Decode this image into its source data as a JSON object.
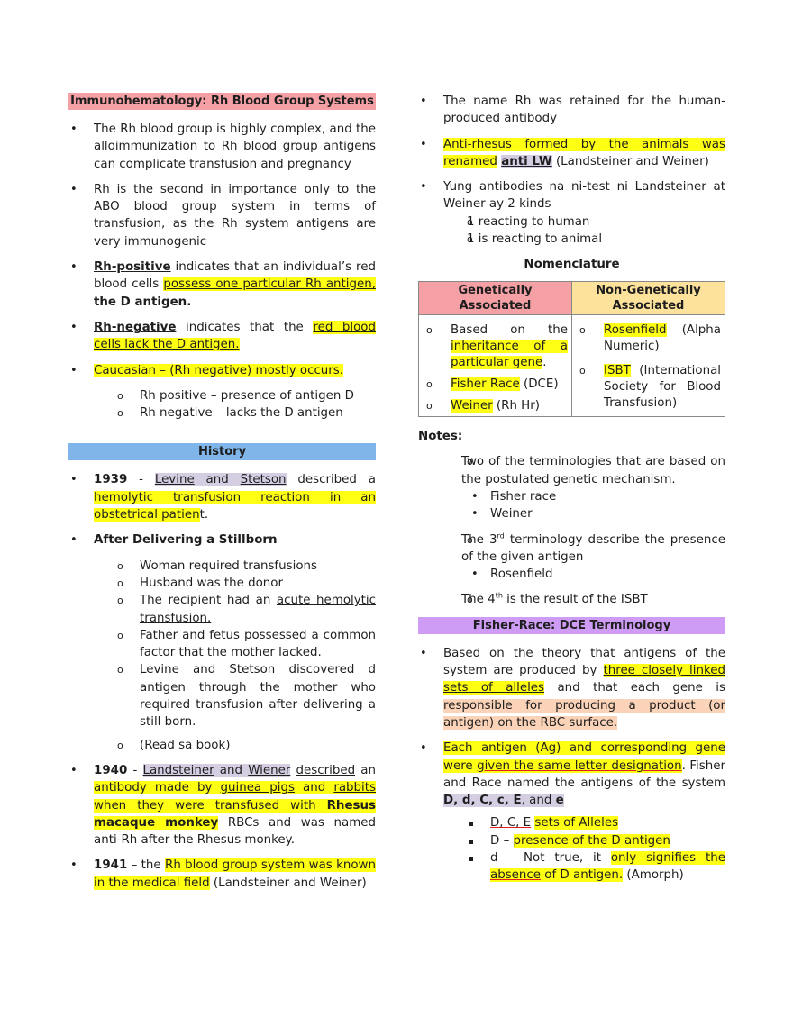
{
  "left": {
    "title": "Immunohematology: Rh Blood Group Systems",
    "intro": [
      "The Rh blood group is highly complex, and the alloimmunization to Rh blood group antigens can complicate transfusion and pregnancy",
      "Rh is the second in importance only to the ABO blood group system in terms of transfusion, as the Rh system antigens are very immunogenic"
    ],
    "rh_positive": {
      "term": "Rh-positive",
      "text_a": " indicates that an individual’s red blood cells ",
      "highlight": "possess one particular Rh antigen,",
      "bold_tail": "the D antigen."
    },
    "rh_negative": {
      "term": "Rh-negative",
      "text_a": " indicates that the ",
      "highlight": "red blood cells lack the D antigen."
    },
    "caucasian": "Caucasian – (Rh negative) mostly occurs.",
    "caucasian_sub": [
      "Rh positive – presence of antigen D",
      "Rh negative – lacks the D antigen"
    ],
    "history_title": "History",
    "h1939": {
      "year": "1939",
      "dash": " - ",
      "levine": "Levine",
      "and": " and ",
      "stetson": "Stetson",
      "text": " described a ",
      "highlight": "hemolytic transfusion reaction in an obstetrical patien",
      "tail": "t."
    },
    "stillborn_title": "After Delivering a Stillborn",
    "stillborn_items": [
      "Woman required transfusions",
      "Husband was the donor"
    ],
    "recipient": {
      "text": "The recipient had an ",
      "underline": "acute hemolytic transfusion."
    },
    "stillborn_items2": [
      "Father and fetus possessed a common factor that the mother lacked.",
      "Levine and Stetson discovered d antigen through the mother who required transfusion after delivering a still born."
    ],
    "read_book": "(Read sa book)",
    "h1940": {
      "year": "1940",
      "dash": " - ",
      "landsteiner": "Landsteiner",
      "and": " and ",
      "wiener": "Wiener",
      "space": " ",
      "described": "described",
      "an": " an ",
      "hl_a": "antibody made by ",
      "guinea": "guinea pigs",
      "hl_and": " and ",
      "rabbits": "rabbits",
      "hl_b": " when they were transfused with ",
      "rhesus": "Rhesus macaque monkey",
      "tail": " RBCs and was named anti-Rh after the Rhesus monkey."
    },
    "h1941": {
      "year": "1941",
      "text": " – the ",
      "highlight": "Rh blood group system was known in the medical field",
      "tail": " (Landsteiner and Weiner)"
    }
  },
  "right": {
    "retained": "The name Rh was retained for the human-produced antibody",
    "anti_rhesus": {
      "highlight": "Anti-rhesus formed by the animals was renamed",
      "space": " ",
      "lw": "anti LW",
      "tail": " (Landsteiner and Weiner)"
    },
    "yung": "Yung antibodies na ni-test ni Landsteiner at Weiner ay 2 kinds",
    "yung_sub": [
      "1 reacting to human",
      "1 is reacting to animal"
    ],
    "nomenclature_title": "Nomenclature",
    "table": {
      "col1_header": "Genetically Associated",
      "col2_header": "Non-Genetically Associated",
      "col1_header_color": "#f4a0a4",
      "col2_header_color": "#fde29c",
      "g1": {
        "a": "Based on the ",
        "hl": "inheritance of a particular gene",
        "tail": "."
      },
      "g2": {
        "hl": "Fisher Race",
        "tail": " (DCE)"
      },
      "g3": {
        "hl": "Weiner",
        "tail": " (Rh Hr)"
      },
      "n1": {
        "hl": "Rosenfield",
        "tail": " (Alpha Numeric)"
      },
      "n2": {
        "hl": "ISBT",
        "tail": " (International Society for Blood Transfusion)"
      }
    },
    "notes_title": "Notes:",
    "note1": "Two of the terminologies that are based on the postulated genetic mechanism.",
    "note1_sub": [
      "Fisher race",
      "Weiner"
    ],
    "note2": {
      "a": "The 3",
      "sup": "rd",
      "b": " terminology describe the presence of the given antigen"
    },
    "note2_sub": [
      "Rosenfield"
    ],
    "note3": {
      "a": "The 4",
      "sup": "th",
      "b": " is the result of the ISBT"
    },
    "fisher_title": "Fisher-Race: DCE Terminology",
    "based": {
      "a": "Based on the theory that antigens of the system are produced by ",
      "hl": "three closely linked sets of alleles",
      "b": " and that each gene is ",
      "peach": "responsible for producing a product (or antigen) on the RBC surface."
    },
    "each": {
      "hl_a": "Each antigen (Ag) and corresponding gene were ",
      "hl_u": "given the same letter designation",
      "dot": ".",
      "b": " Fisher and Race named the antigens of the system ",
      "lav_bold": "D, d, C, c, E",
      "lav_and": ", and ",
      "lav_e": "e"
    },
    "dce_items": {
      "i1": {
        "u": "D, C, E",
        "space": " ",
        "hl": "sets of Alleles"
      },
      "i2": {
        "a": "D – ",
        "hl": "presence of the D antigen"
      },
      "i3": {
        "a": "d – Not true, it ",
        "hl": "only signifies the ",
        "hl_u": "absence",
        "hl_b": " of D antigen.",
        "tail": " (Amorph)"
      }
    }
  }
}
